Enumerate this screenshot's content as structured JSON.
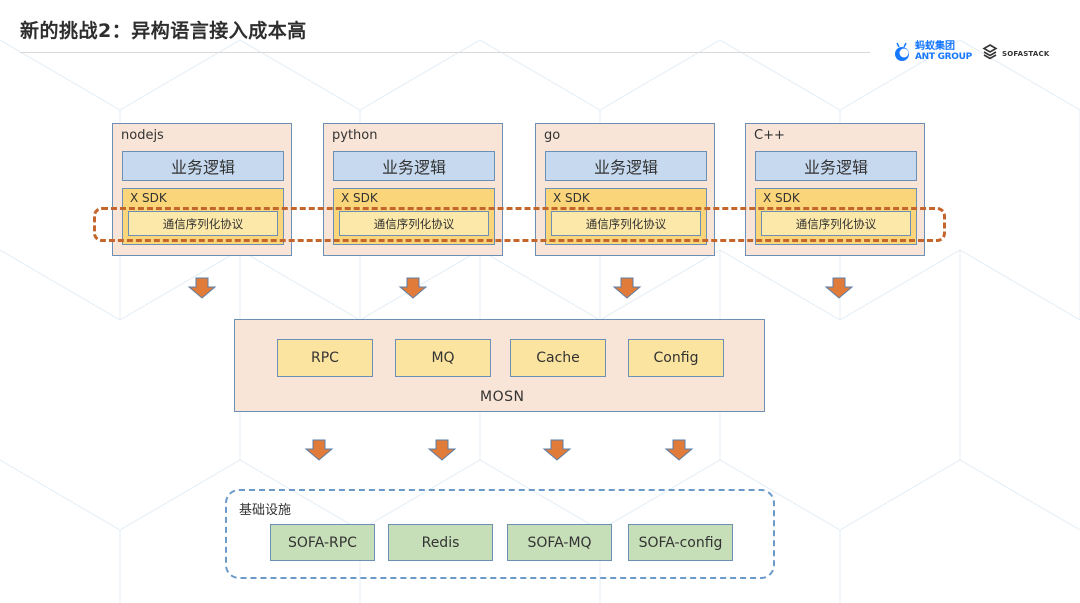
{
  "header": {
    "title": "新的挑战2：异构语言接入成本高"
  },
  "logos": {
    "ant_cn": "蚂蚁集团",
    "ant_en": "ANT GROUP",
    "sofa": "SOFASTACK",
    "ant_icon": "ant-group-icon",
    "sofa_icon": "sofastack-icon"
  },
  "colors": {
    "accent_orange": "#e07b39",
    "border_blue": "#6b8fb5",
    "box_peach": "#f8e5d7",
    "biz_blue": "#c6d9ef",
    "sdk_yellow": "#fad57a",
    "infra_green": "#c7dfb8"
  },
  "languages": [
    {
      "name": "nodejs",
      "biz": "业务逻辑",
      "sdk": "X SDK",
      "protocol": "通信序列化协议"
    },
    {
      "name": "python",
      "biz": "业务逻辑",
      "sdk": "X SDK",
      "protocol": "通信序列化协议"
    },
    {
      "name": "go",
      "biz": "业务逻辑",
      "sdk": "X SDK",
      "protocol": "通信序列化协议"
    },
    {
      "name": "C++",
      "biz": "业务逻辑",
      "sdk": "X SDK",
      "protocol": "通信序列化协议"
    }
  ],
  "mosn": {
    "label": "MOSN",
    "modules": [
      "RPC",
      "MQ",
      "Cache",
      "Config"
    ]
  },
  "infra": {
    "label": "基础设施",
    "items": [
      "SOFA-RPC",
      "Redis",
      "SOFA-MQ",
      "SOFA-config"
    ]
  }
}
